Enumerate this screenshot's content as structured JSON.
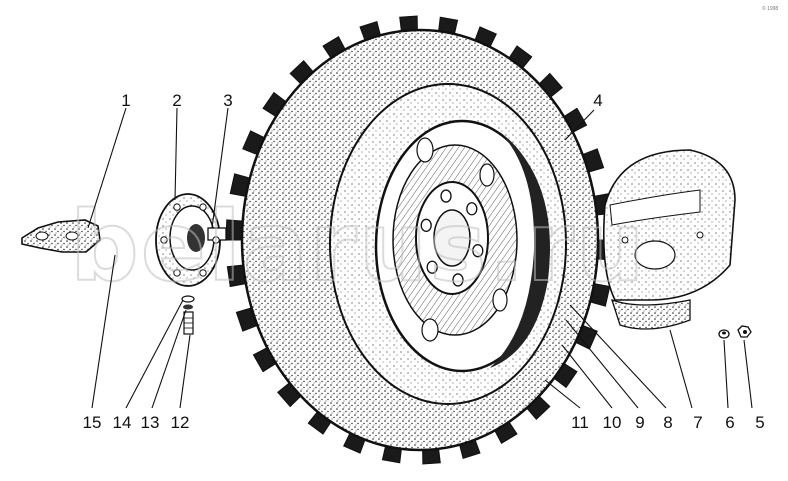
{
  "diagram": {
    "callouts": [
      "1",
      "2",
      "3",
      "4",
      "5",
      "6",
      "7",
      "8",
      "9",
      "10",
      "11",
      "12",
      "13",
      "14",
      "15"
    ],
    "watermark": "belarus.ru",
    "corner_mark": "© 1998"
  },
  "colors": {
    "ink": "#111111",
    "paper": "#ffffff",
    "watermark": "#bfbfbf"
  }
}
